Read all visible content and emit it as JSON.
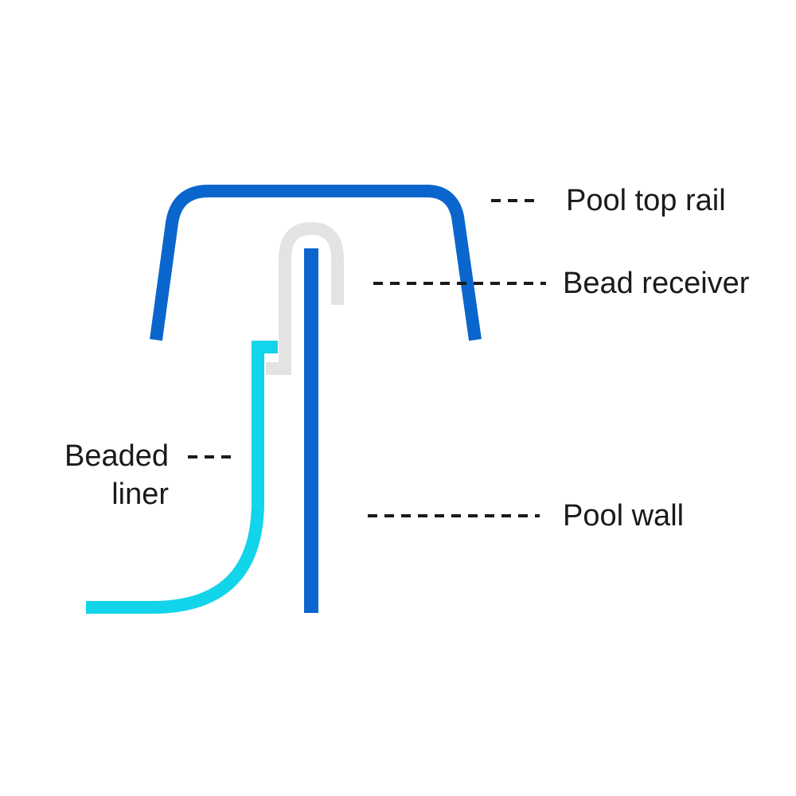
{
  "labels": {
    "pool_top_rail": "Pool top rail",
    "bead_receiver": "Bead receiver",
    "pool_wall": "Pool wall",
    "beaded_liner": [
      "Beaded",
      "liner"
    ]
  },
  "colors": {
    "top_rail": "#0a66cc",
    "pool_wall": "#0a66cc",
    "bead_receiver": "#e3e3e3",
    "beaded_liner": "#12d4ea",
    "leader_lines": "#1a1a1a",
    "text": "#1a1a1a"
  }
}
